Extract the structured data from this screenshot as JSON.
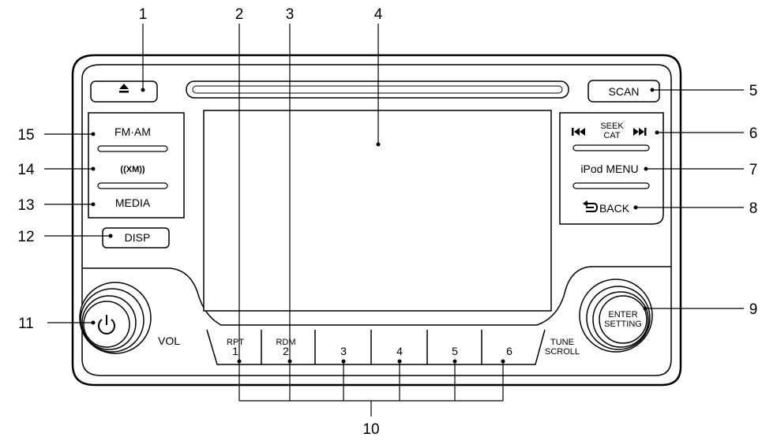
{
  "callouts": {
    "c1": "1",
    "c2": "2",
    "c3": "3",
    "c4": "4",
    "c5": "5",
    "c6": "6",
    "c7": "7",
    "c8": "8",
    "c9": "9",
    "c10": "10",
    "c11": "11",
    "c12": "12",
    "c13": "13",
    "c14": "14",
    "c15": "15"
  },
  "buttons": {
    "scan": "SCAN",
    "fm_am": "FM·AM",
    "xm": "((XM))",
    "media": "MEDIA",
    "disp": "DISP",
    "seek": "SEEK",
    "cat": "CAT",
    "ipod_menu": "iPod MENU",
    "back": "BACK",
    "vol": "VOL",
    "enter": "ENTER",
    "setting": "SETTING",
    "tune": "TUNE",
    "scroll": "SCROLL"
  },
  "presets": [
    {
      "sub": "RPT",
      "num": "1"
    },
    {
      "sub": "RDM",
      "num": "2"
    },
    {
      "sub": "",
      "num": "3"
    },
    {
      "sub": "",
      "num": "4"
    },
    {
      "sub": "",
      "num": "5"
    },
    {
      "sub": "",
      "num": "6"
    }
  ],
  "icons": {
    "eject": "eject-icon",
    "power": "power-icon",
    "seek_prev": "skip-back-icon",
    "seek_next": "skip-forward-icon",
    "back": "back-arrow-icon"
  }
}
